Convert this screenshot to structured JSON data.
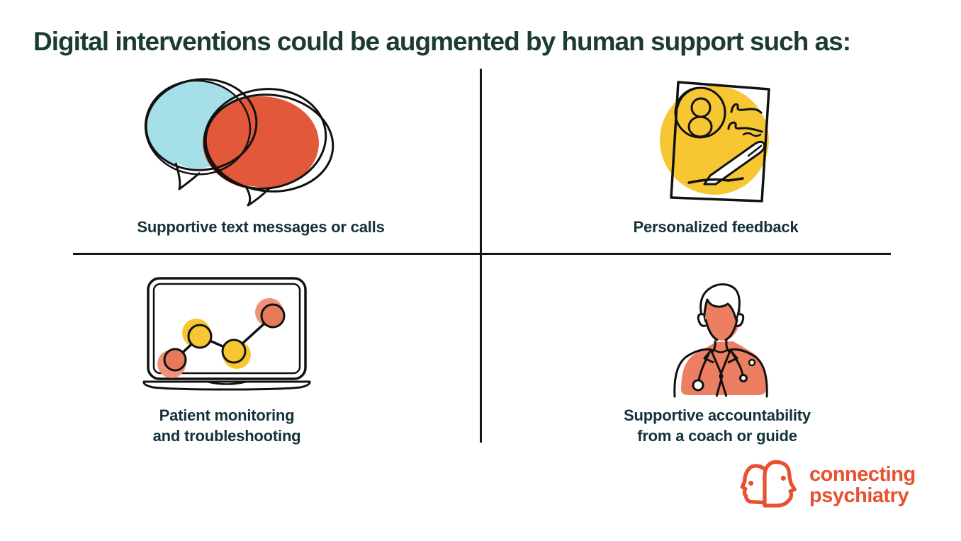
{
  "title": "Digital interventions could be augmented by human support such as:",
  "quadrants": [
    {
      "position": "top-left",
      "icon": "speech-bubbles",
      "caption": "Supportive text messages or calls"
    },
    {
      "position": "top-right",
      "icon": "signed-document",
      "caption": "Personalized feedback"
    },
    {
      "position": "bottom-left",
      "icon": "laptop-line-chart",
      "caption_line1": "Patient monitoring",
      "caption_line2": "and troubleshooting"
    },
    {
      "position": "bottom-right",
      "icon": "coach-person",
      "caption_line1": "Supportive accountability",
      "caption_line2": "from a coach or guide"
    }
  ],
  "logo": {
    "icon": "two-head-profiles",
    "name_line1": "connecting",
    "name_line2": "psychiatry"
  },
  "colors": {
    "title_text": "#1c3b33",
    "caption_text": "#15323a",
    "divider": "#161616",
    "bubble_blue": "#a5dfe8",
    "bubble_orange": "#e2583a",
    "document_yellow": "#f7c733",
    "node_salmon": "#e87a5c",
    "node_salmon_shadow": "#f0927a",
    "person_salmon": "#ec7f62",
    "logo_orange": "#e8512e",
    "outline_black": "#111111"
  }
}
